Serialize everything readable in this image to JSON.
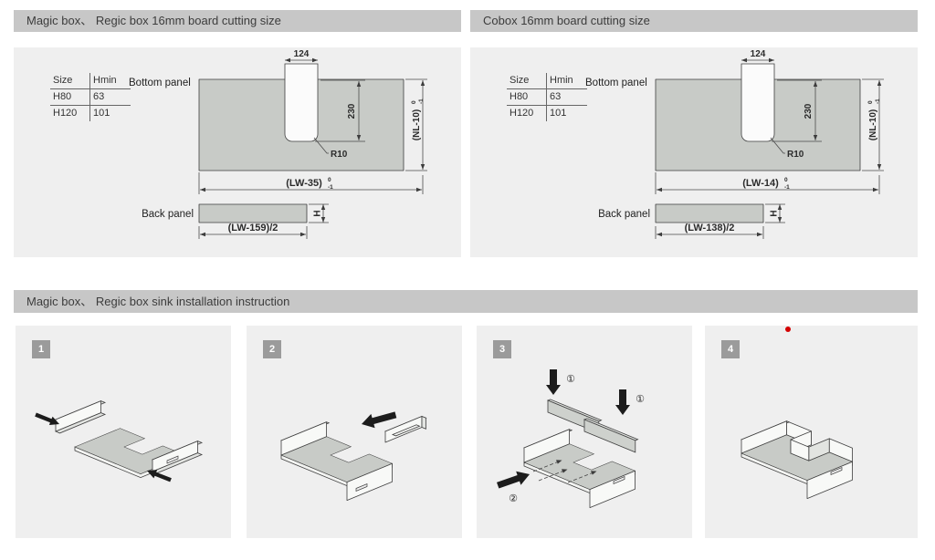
{
  "colors": {
    "header_bg": "#c7c7c7",
    "header_text": "#3c3c3c",
    "panel_bg": "#efefef",
    "drawing_fill": "#c8cbc7",
    "badge_bg": "#9b9b9b",
    "red_dot": "#d40000"
  },
  "cutting_sections": [
    {
      "header": "Magic box、 Regic box 16mm board cutting size",
      "table": {
        "col1": "Size",
        "col2": "Hmin",
        "rows": [
          [
            "H80",
            "63"
          ],
          [
            "H120",
            "101"
          ]
        ]
      },
      "bottom_panel_label": "Bottom panel",
      "back_panel_label": "Back panel",
      "notch_width": "124",
      "notch_depth": "230",
      "corner_radius": "R10",
      "panel_height": "(NL-10)",
      "panel_height_tol_upper": "0",
      "panel_height_tol_lower": "-1",
      "panel_width": "(LW-35)",
      "panel_width_tol_upper": "0",
      "panel_width_tol_lower": "-1",
      "back_panel_width": "(LW-159)/2",
      "back_panel_height": "H"
    },
    {
      "header": "Cobox 16mm board cutting size",
      "table": {
        "col1": "Size",
        "col2": "Hmin",
        "rows": [
          [
            "H80",
            "63"
          ],
          [
            "H120",
            "101"
          ]
        ]
      },
      "bottom_panel_label": "Bottom panel",
      "back_panel_label": "Back panel",
      "notch_width": "124",
      "notch_depth": "230",
      "corner_radius": "R10",
      "panel_height": "(NL-10)",
      "panel_height_tol_upper": "0",
      "panel_height_tol_lower": "-1",
      "panel_width": "(LW-14)",
      "panel_width_tol_upper": "0",
      "panel_width_tol_lower": "-1",
      "back_panel_width": "(LW-138)/2",
      "back_panel_height": "H"
    }
  ],
  "installation_section": {
    "header": "Magic box、 Regic box sink installation instruction",
    "steps": [
      {
        "number": "1"
      },
      {
        "number": "2"
      },
      {
        "number": "3",
        "callout_insert": "①",
        "callout_screw": "②"
      },
      {
        "number": "4"
      }
    ]
  }
}
